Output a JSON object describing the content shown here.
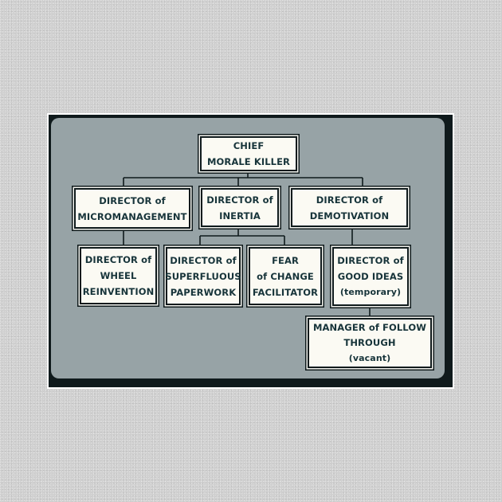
{
  "chart": {
    "nodes": {
      "chief": {
        "lines": [
          "CHIEF",
          "MORALE KILLER"
        ]
      },
      "micromanagement": {
        "lines": [
          "DIRECTOR of",
          "MICROMANAGEMENT"
        ]
      },
      "inertia": {
        "lines": [
          "DIRECTOR of",
          "INERTIA"
        ]
      },
      "demotivation": {
        "lines": [
          "DIRECTOR of",
          "DEMOTIVATION"
        ]
      },
      "wheel": {
        "lines": [
          "DIRECTOR of",
          "WHEEL",
          "REINVENTION"
        ]
      },
      "paperwork": {
        "lines": [
          "DIRECTOR of",
          "SUPERFLUOUS",
          "PAPERWORK"
        ]
      },
      "change": {
        "lines": [
          "FEAR",
          "of CHANGE",
          "FACILITATOR"
        ]
      },
      "good_ideas": {
        "lines": [
          "DIRECTOR of",
          "GOOD IDEAS",
          "(temporary)"
        ]
      },
      "follow_through": {
        "lines": [
          "MANAGER of FOLLOW",
          "THROUGH",
          "(vacant)"
        ]
      }
    },
    "edges": [
      [
        "chief",
        "micromanagement"
      ],
      [
        "chief",
        "inertia"
      ],
      [
        "chief",
        "demotivation"
      ],
      [
        "micromanagement",
        "wheel"
      ],
      [
        "inertia",
        "paperwork"
      ],
      [
        "inertia",
        "change"
      ],
      [
        "demotivation",
        "good_ideas"
      ],
      [
        "good_ideas",
        "follow_through"
      ]
    ],
    "colors": {
      "frame": "#0f1a1c",
      "panel": "#97a3a6",
      "box_fill": "#fbfaf3",
      "text": "#17343a",
      "background": "#cfcfcf"
    }
  }
}
